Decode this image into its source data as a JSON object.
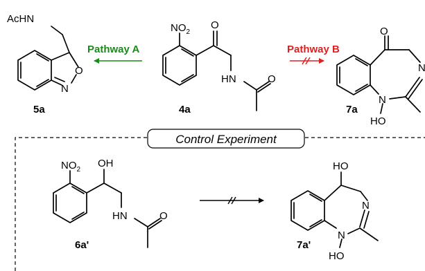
{
  "atoms": {
    "nitro": "NO",
    "nitro_sub": "2",
    "oxygen": "O",
    "amide_nh": "HN",
    "acetamide_group": "AcHN",
    "nitrogen": "N",
    "hydroxyl_oh": "OH",
    "hydroxyl_ho": "HO"
  },
  "compounds": {
    "c5a": "5a",
    "c4a": "4a",
    "c7a": "7a",
    "c6a": "6a'",
    "c7a_prime": "7a'"
  },
  "pathways": {
    "a": "Pathway A",
    "b": "Pathway B"
  },
  "control": {
    "title": "Control Experiment"
  },
  "colors": {
    "pathway_a": "#1a8a1a",
    "pathway_b": "#e02020",
    "ink": "#000000"
  }
}
